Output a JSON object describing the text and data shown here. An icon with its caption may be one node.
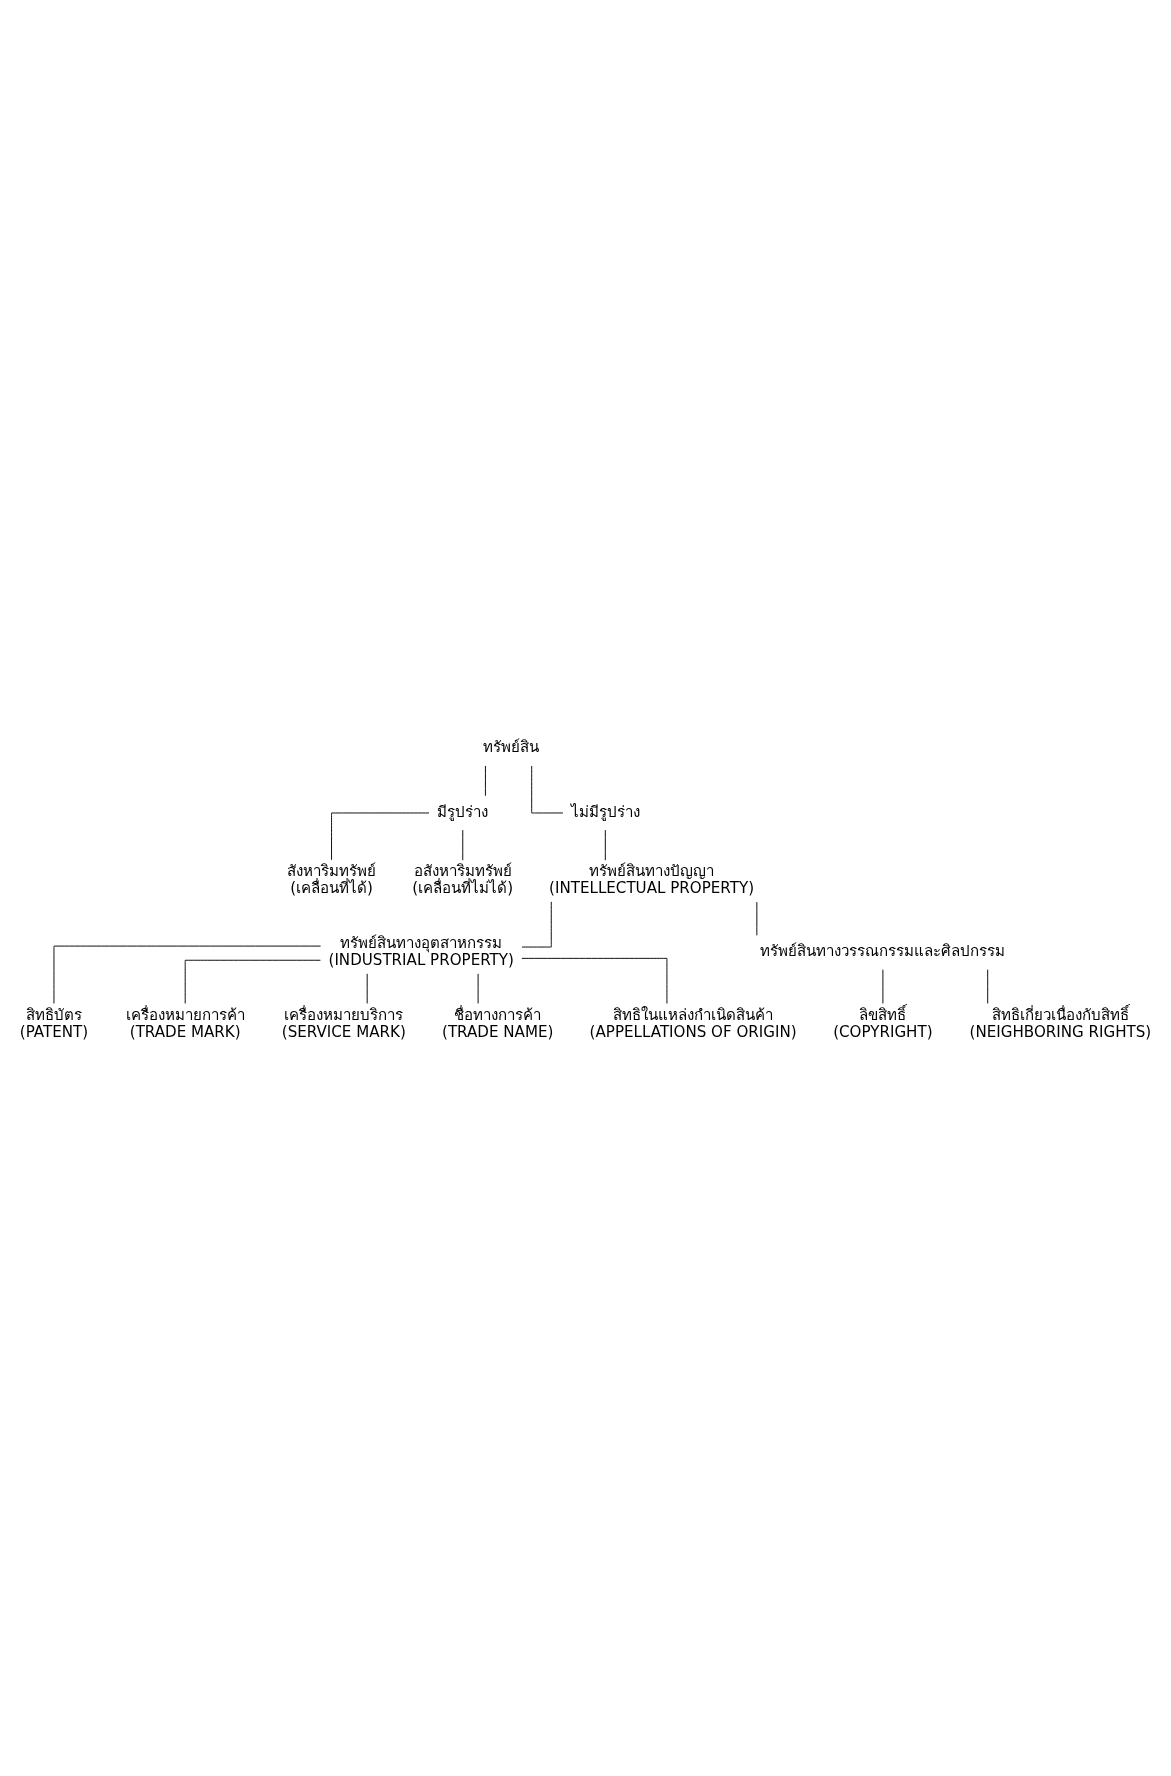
{
  "diagram": {
    "nodes": [
      {
        "text": [
          "ทรัพย์สิน"
        ]
      },
      {
        "text": [
          "มีรูปร่าง"
        ]
      },
      {
        "text": [
          "ไม่มีรูปร่าง"
        ]
      },
      {
        "text": [
          "สังหาริมทรัพย์",
          "(เคลื่อนที่ได้)"
        ]
      },
      {
        "text": [
          "อสังหาริมทรัพย์",
          "(เคลื่อนที่ไม่ได้)"
        ]
      },
      {
        "text": [
          "ทรัพย์สินทางปัญญา",
          "(INTELLECTUAL PROPERTY)"
        ]
      },
      {
        "text": [
          "ทรัพย์สินทางอุตสาหกรรม",
          "(INDUSTRIAL PROPERTY)"
        ]
      },
      {
        "text": [
          "ทรัพย์สินทางวรรณกรรมและศิลปกรรม"
        ]
      },
      {
        "text": [
          "สิทธิบัตร",
          "(PATENT)"
        ]
      },
      {
        "text": [
          "เครื่องหมายการค้า",
          "(TRADE MARK)"
        ]
      },
      {
        "text": [
          "เครื่องหมายบริการ",
          "(SERVICE MARK)"
        ]
      },
      {
        "text": [
          "ชื่อทางการค้า",
          "(TRADE NAME)"
        ]
      },
      {
        "text": [
          "สิทธิในแหล่งกำเนิดสินค้า",
          "(APPELLATIONS OF ORIGIN)"
        ]
      },
      {
        "text": [
          "ลิขสิทธิ์",
          "(COPYRIGHT)"
        ]
      },
      {
        "text": [
          "สิทธิเกี่ยวเนื่องกับสิทธิ์",
          "(NEIGHBORING RIGHTS)"
        ]
      }
    ],
    "edges": [
      {
        "from": 0,
        "to": 1,
        "arrow": "none"
      },
      {
        "from": 0,
        "to": 2,
        "arrow": "none"
      },
      {
        "from": 1,
        "to": 3,
        "arrow": "none"
      },
      {
        "from": 1,
        "to": 4,
        "arrow": "none"
      },
      {
        "from": 2,
        "to": 5,
        "arrow": "none"
      },
      {
        "from": 5,
        "to": 6,
        "arrow": "none"
      },
      {
        "from": 5,
        "to": 7,
        "arrow": "none"
      },
      {
        "from": 6,
        "to": 8,
        "arrow": "none"
      },
      {
        "from": 6,
        "to": 9,
        "arrow": "none"
      },
      {
        "from": 6,
        "to": 10,
        "arrow": "none"
      },
      {
        "from": 6,
        "to": 11,
        "arrow": "none"
      },
      {
        "from": 6,
        "to": 12,
        "arrow": "none"
      },
      {
        "from": 7,
        "to": 13,
        "arrow": "none"
      },
      {
        "from": 7,
        "to": 14,
        "arrow": "none"
      }
    ]
  }
}
